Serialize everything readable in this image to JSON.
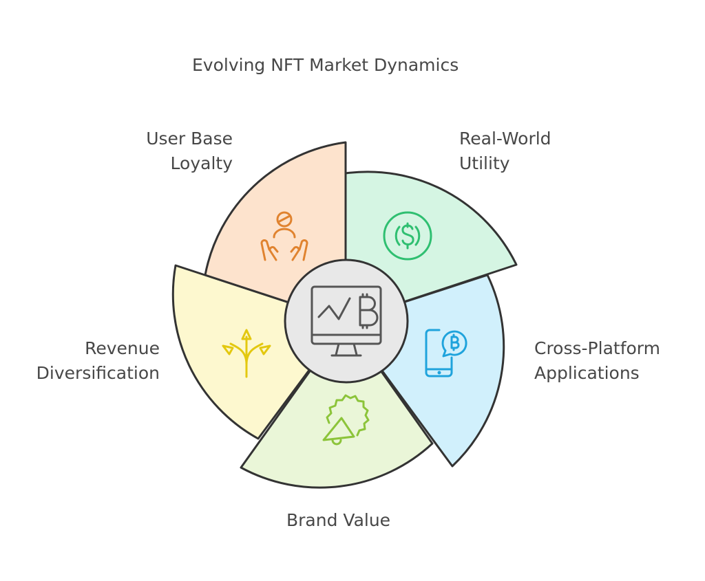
{
  "title": "Evolving NFT Market Dynamics",
  "segments": [
    {
      "id": "real-world-utility",
      "line1": "Real-World",
      "line2": "Utility",
      "fill": "#d5f5e3",
      "icon": "dollar-coin-icon",
      "icon_color": "#2fbf71"
    },
    {
      "id": "cross-platform-applications",
      "line1": "Cross-Platform",
      "line2": "Applications",
      "fill": "#d1f0fc",
      "icon": "phone-bitcoin-icon",
      "icon_color": "#1fa3dc"
    },
    {
      "id": "brand-value",
      "line1": "Brand Value",
      "fill": "#eaf6d8",
      "icon": "megaphone-icon",
      "icon_color": "#8cc43a"
    },
    {
      "id": "revenue-diversification",
      "line1": "Revenue",
      "line2": "Diversification",
      "fill": "#fdf8cf",
      "icon": "diverging-arrows-icon",
      "icon_color": "#e3c80f"
    },
    {
      "id": "user-base-loyalty",
      "line1": "User Base",
      "line2": "Loyalty",
      "fill": "#fde3cd",
      "icon": "hands-person-icon",
      "icon_color": "#e0832f"
    }
  ],
  "center": {
    "icon": "monitor-bitcoin-chart-icon",
    "fill": "#e8e8e8"
  }
}
